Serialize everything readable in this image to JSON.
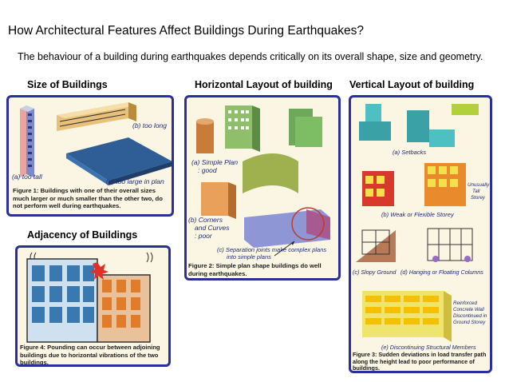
{
  "title": "How Architectural Features Affect Buildings During Earthquakes?",
  "subtitle": "The behaviour of a building during earthquakes depends critically on its overall shape, size and geometry.",
  "sections": {
    "size": {
      "heading": "Size of Buildings",
      "labels": {
        "too_long": "(b) too long",
        "too_tall": "(a) too tall",
        "too_large": "(c) too large in plan"
      },
      "caption": "Figure 1: Buildings with one of their overall sizes much larger or much smaller than the other two, do not perform well during earthquakes."
    },
    "horizontal": {
      "heading": "Horizontal Layout of building",
      "labels": {
        "simple_plan": "(a) Simple Plan",
        "good": ": good",
        "corners": "(b) Corners",
        "and_curves": "and Curves",
        "poor": ": poor",
        "sep1": "(c) Separation joints make complex plans",
        "sep2": "into simple plans"
      },
      "caption": "Figure 2: Simple plan shape buildings do well during earthquakes."
    },
    "vertical": {
      "heading": "Vertical Layout of building",
      "labels": {
        "setbacks": "(a) Setbacks",
        "unusually": "Unusually",
        "tall": "Tall",
        "storey": "Storey",
        "weak": "(b) Weak or Flexible Storey",
        "sloppy": "(c) Slopy Ground",
        "hanging": "(d) Hanging or Floating Columns",
        "rc1": "Reinforced",
        "rc2": "Concrete Wall",
        "rc3": "Discontinued in",
        "rc4": "Ground Storey",
        "discontinuing": "(e) Discontinuing Structural Members"
      },
      "caption": "Figure 3: Sudden deviations in load transfer path along the height lead to poor performance of buildings."
    },
    "adjacency": {
      "heading": "Adjacency of Buildings",
      "caption": "Figure 4: Pounding can occur between adjoining buildings due to horizontal vibrations of the two buildings."
    }
  },
  "colors": {
    "panel_border": "#2a2f9a",
    "panel_bg": "#fbf6e4",
    "label_text": "#1e2a7a"
  }
}
